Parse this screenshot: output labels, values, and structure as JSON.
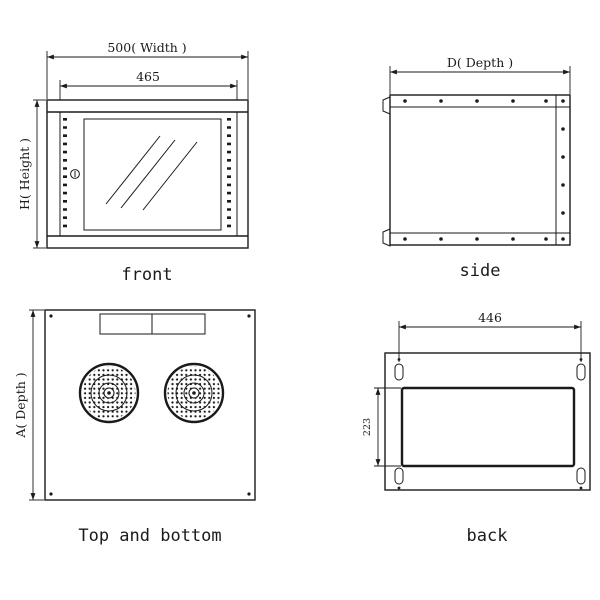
{
  "views": {
    "front": {
      "label": "front",
      "width_dim": "500( Width )",
      "inner_width_dim": "465",
      "height_dim": "H( Height )"
    },
    "side": {
      "label": "side",
      "depth_dim": "D( Depth )"
    },
    "top_bottom": {
      "label": "Top and bottom",
      "depth_dim": "A( Depth )"
    },
    "back": {
      "label": "back",
      "width_dim": "446",
      "opening_height_dim": "223"
    }
  },
  "colors": {
    "line": "#1a1a1a",
    "background": "#ffffff"
  }
}
